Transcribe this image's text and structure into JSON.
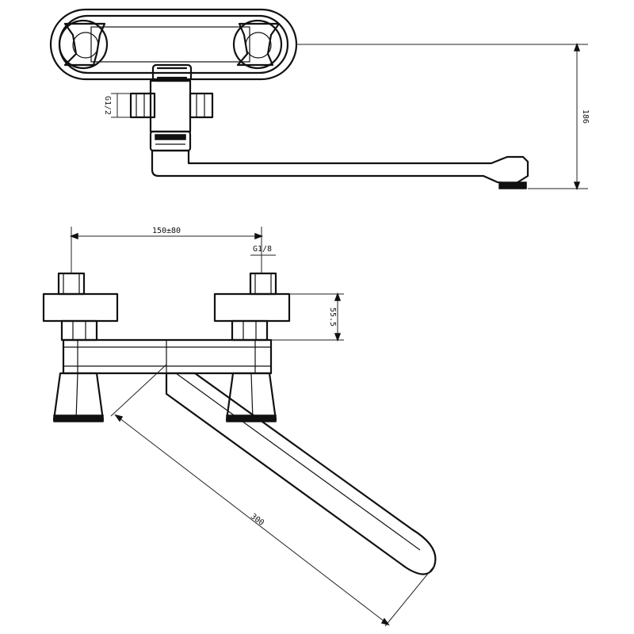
{
  "dimensions": {
    "height_total": "186",
    "inlet_thread_side": "G1/2",
    "center_distance": "150±80",
    "inlet_thread_top": "G1/8",
    "body_height": "55.5",
    "spout_length": "300"
  }
}
